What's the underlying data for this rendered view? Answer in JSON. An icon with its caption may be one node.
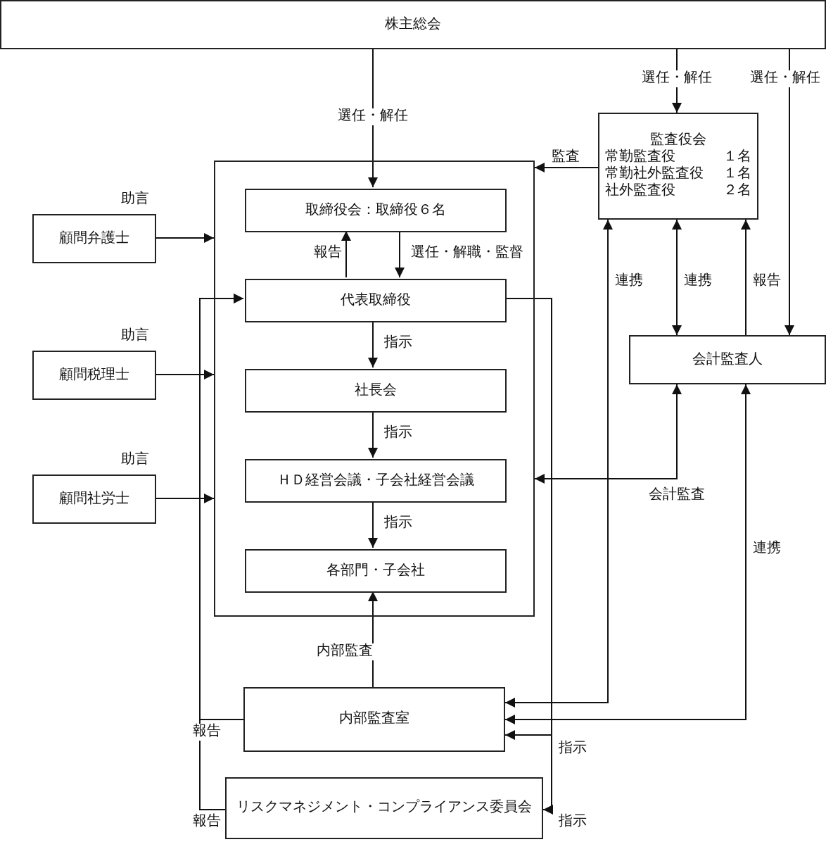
{
  "diagram": {
    "nodes": [
      {
        "text": [
          "株主総会"
        ]
      },
      {
        "text": [],
        "shape": "box"
      },
      {
        "text": [
          "取締役会：取締役６名"
        ],
        "in": 1
      },
      {
        "text": [
          "代表取締役"
        ],
        "in": 1
      },
      {
        "text": [
          "社長会"
        ],
        "in": 1
      },
      {
        "text": [
          "ＨＤ経営会議・子会社経営会議"
        ],
        "in": 1
      },
      {
        "text": [
          "各部門・子会社"
        ],
        "in": 1
      },
      {
        "text": [
          "監査役会",
          "常勤監査役",
          "１名",
          "常勤社外監査役",
          "１名",
          "社外監査役",
          "２名"
        ]
      },
      {
        "text": [
          "顧問弁護士"
        ],
        "beside": [
          "助言"
        ]
      },
      {
        "text": [
          "顧問税理士"
        ],
        "beside": [
          "助言"
        ]
      },
      {
        "text": [
          "顧問社労士"
        ],
        "beside": [
          "助言"
        ]
      },
      {
        "text": [
          "会計監査人"
        ]
      },
      {
        "text": [
          "内部監査室"
        ]
      },
      {
        "text": [
          "リスクマネジメント・コンプライアンス委員会"
        ]
      }
    ],
    "edges": [
      {
        "from": 0,
        "to": 2,
        "arrow": "to",
        "label": "選任・解任"
      },
      {
        "from": 0,
        "to": 7,
        "arrow": "to",
        "label": "選任・解任"
      },
      {
        "from": 0,
        "to": 11,
        "arrow": "to",
        "label": "選任・解任"
      },
      {
        "from": 7,
        "to": 1,
        "arrow": "to",
        "label": "監査"
      },
      {
        "from": 3,
        "to": 2,
        "arrow": "to",
        "label": "報告"
      },
      {
        "from": 2,
        "to": 3,
        "arrow": "to",
        "label": "選任・解職・監督"
      },
      {
        "from": 3,
        "to": 4,
        "arrow": "to",
        "label": "指示"
      },
      {
        "from": 4,
        "to": 5,
        "arrow": "to",
        "label": "指示"
      },
      {
        "from": 5,
        "to": 6,
        "arrow": "to",
        "label": "指示"
      },
      {
        "from": 8,
        "to": 1,
        "arrow": "to"
      },
      {
        "from": 9,
        "to": 1,
        "arrow": "to"
      },
      {
        "from": 10,
        "to": 1,
        "arrow": "to"
      },
      {
        "from": 7,
        "to": 12,
        "arrow": "both",
        "label": "連携"
      },
      {
        "from": 7,
        "to": 11,
        "arrow": "both",
        "label": "連携"
      },
      {
        "from": 11,
        "to": 7,
        "arrow": "to",
        "label": "報告"
      },
      {
        "from": 11,
        "to": 1,
        "arrow": "both",
        "label": "会計監査"
      },
      {
        "from": 11,
        "to": 12,
        "arrow": "both",
        "label": "連携"
      },
      {
        "from": 3,
        "to": 12,
        "arrow": "to",
        "label": "指示"
      },
      {
        "from": 3,
        "to": 13,
        "arrow": "to",
        "label": "指示"
      },
      {
        "from": 12,
        "to": 3,
        "arrow": "to",
        "label": "報告"
      },
      {
        "from": 13,
        "to": 3,
        "arrow": "to",
        "label": "報告"
      },
      {
        "from": 12,
        "to": 6,
        "arrow": "to",
        "label": "内部監査"
      }
    ]
  }
}
